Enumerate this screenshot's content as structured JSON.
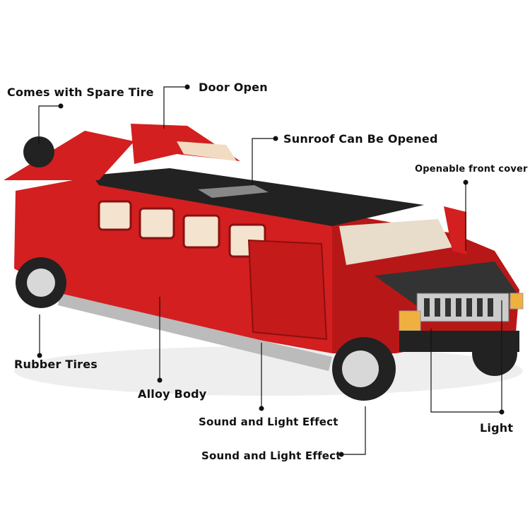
{
  "labels": {
    "spare_tire": "Comes with Spare Tire",
    "door_open": "Door Open",
    "sunroof": "Sunroof Can Be Opened",
    "front_cover": "Openable front cover",
    "rubber_tires": "Rubber Tires",
    "alloy_body": "Alloy Body",
    "sound_light_1": "Sound and Light Effect",
    "sound_light_2": "Sound and Light Effect",
    "light": "Light"
  },
  "colors": {
    "body": "#d31f1f",
    "roof": "#1e1e1e",
    "callout": "#111111"
  }
}
